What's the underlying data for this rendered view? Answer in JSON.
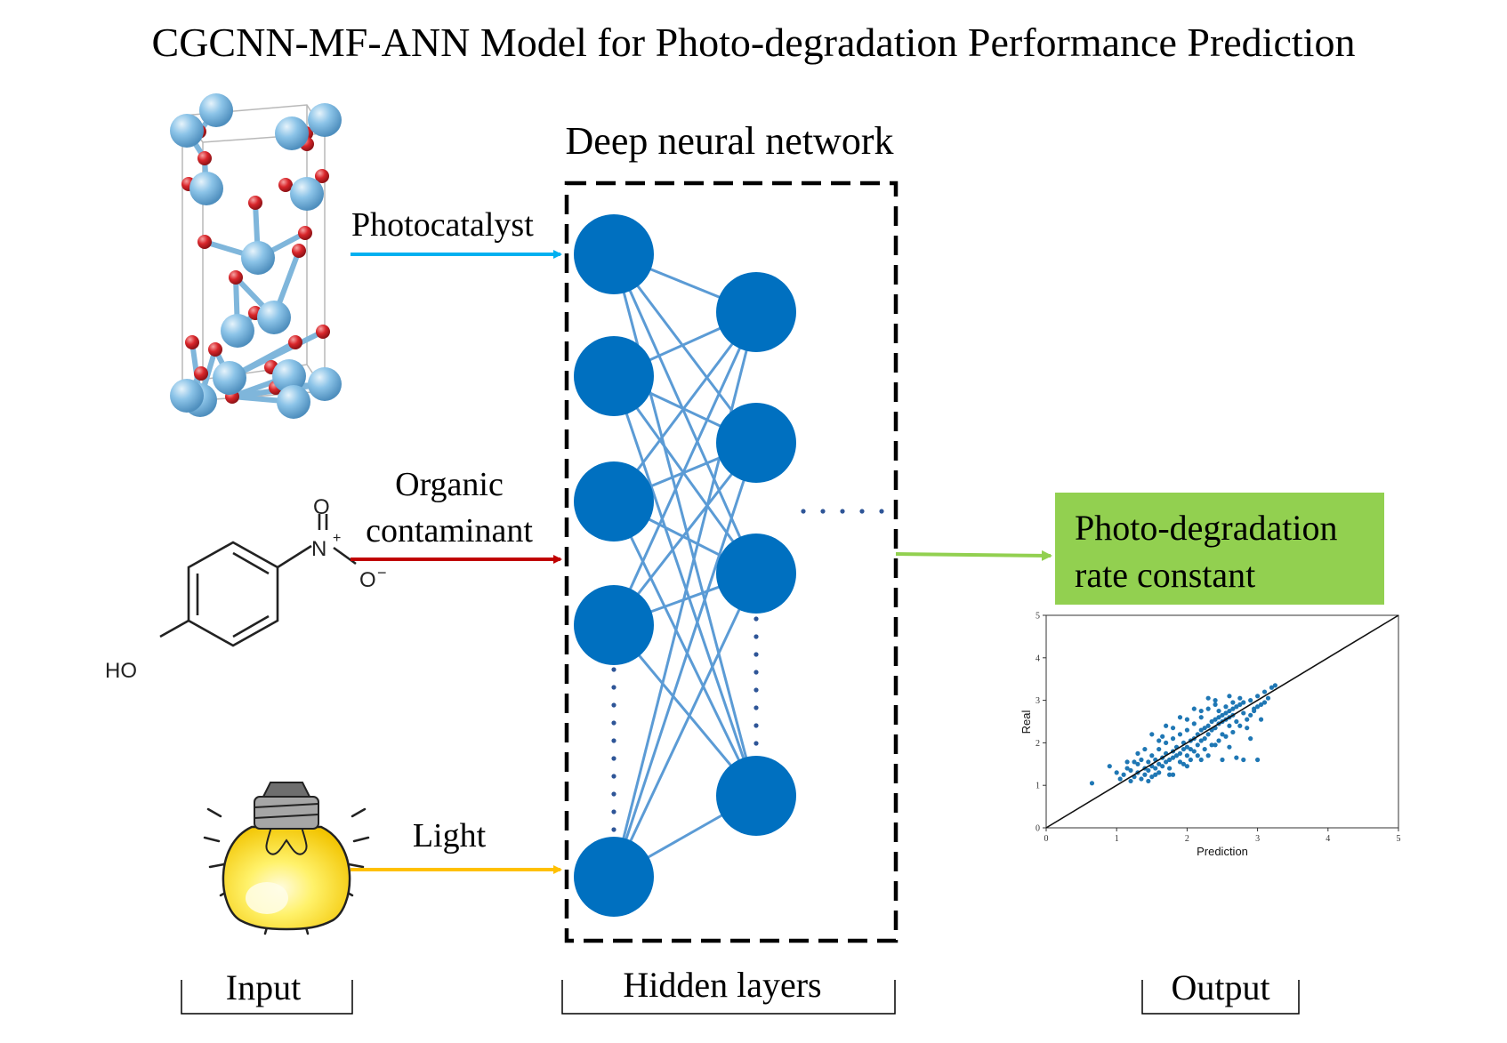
{
  "title": "CGCNN-MF-ANN Model for Photo-degradation Performance Prediction",
  "network_title": "Deep neural network",
  "inputs": {
    "photocatalyst": "Photocatalyst",
    "organic_line1": "Organic",
    "organic_line2": "contaminant",
    "light": "Light"
  },
  "molecule": {
    "oxygen_top": "O",
    "nitrogen": "N",
    "plus": "+",
    "oxygen_right": "O",
    "minus": "−",
    "hydroxyl": "HO"
  },
  "output_box": {
    "line1": "Photo-degradation",
    "line2": "rate constant"
  },
  "sections": {
    "input": "Input",
    "hidden": "Hidden layers",
    "output": "Output"
  },
  "colors": {
    "node": "#0070C0",
    "edge": "#5B9BD5",
    "photocatalyst_arrow": "#00B0F0",
    "organic_arrow": "#C00000",
    "light_arrow": "#FFC000",
    "output_arrow": "#92D050",
    "output_box": "#92D050",
    "atom_blue": "#7AB8E0",
    "atom_red": "#D9262B"
  },
  "chart_data": {
    "type": "scatter",
    "xlabel": "Prediction",
    "ylabel": "Real",
    "xlim": [
      0,
      5
    ],
    "ylim": [
      0,
      5
    ],
    "xticks": [
      "0",
      "1",
      "2",
      "3",
      "4",
      "5"
    ],
    "yticks": [
      "0",
      "1",
      "2",
      "3",
      "4",
      "5"
    ],
    "reference_line": [
      [
        0,
        0
      ],
      [
        5,
        5
      ]
    ],
    "points": [
      [
        0.65,
        1.05
      ],
      [
        0.9,
        1.45
      ],
      [
        1.0,
        1.3
      ],
      [
        1.05,
        1.15
      ],
      [
        1.1,
        1.25
      ],
      [
        1.15,
        1.4
      ],
      [
        1.2,
        1.1
      ],
      [
        1.2,
        1.35
      ],
      [
        1.25,
        1.2
      ],
      [
        1.3,
        1.5
      ],
      [
        1.3,
        1.3
      ],
      [
        1.35,
        1.15
      ],
      [
        1.35,
        1.6
      ],
      [
        1.4,
        1.4
      ],
      [
        1.4,
        1.25
      ],
      [
        1.45,
        1.55
      ],
      [
        1.45,
        1.35
      ],
      [
        1.5,
        1.45
      ],
      [
        1.5,
        1.7
      ],
      [
        1.5,
        1.2
      ],
      [
        1.55,
        1.6
      ],
      [
        1.55,
        1.4
      ],
      [
        1.6,
        1.5
      ],
      [
        1.6,
        1.85
      ],
      [
        1.6,
        1.3
      ],
      [
        1.65,
        1.65
      ],
      [
        1.65,
        1.45
      ],
      [
        1.7,
        1.75
      ],
      [
        1.7,
        1.55
      ],
      [
        1.7,
        2.0
      ],
      [
        1.75,
        1.6
      ],
      [
        1.75,
        1.4
      ],
      [
        1.8,
        1.8
      ],
      [
        1.8,
        1.65
      ],
      [
        1.8,
        2.1
      ],
      [
        1.85,
        1.7
      ],
      [
        1.85,
        1.9
      ],
      [
        1.9,
        1.75
      ],
      [
        1.9,
        2.2
      ],
      [
        1.9,
        1.55
      ],
      [
        1.95,
        1.85
      ],
      [
        1.95,
        2.0
      ],
      [
        2.0,
        1.9
      ],
      [
        2.0,
        2.3
      ],
      [
        2.0,
        1.7
      ],
      [
        2.05,
        2.05
      ],
      [
        2.05,
        1.85
      ],
      [
        2.1,
        2.1
      ],
      [
        2.1,
        2.45
      ],
      [
        2.1,
        1.8
      ],
      [
        2.15,
        2.2
      ],
      [
        2.15,
        1.95
      ],
      [
        2.2,
        2.3
      ],
      [
        2.2,
        2.05
      ],
      [
        2.2,
        2.6
      ],
      [
        2.25,
        2.35
      ],
      [
        2.25,
        2.1
      ],
      [
        2.3,
        2.4
      ],
      [
        2.3,
        2.2
      ],
      [
        2.3,
        2.8
      ],
      [
        2.35,
        2.5
      ],
      [
        2.35,
        2.3
      ],
      [
        2.4,
        2.55
      ],
      [
        2.4,
        2.35
      ],
      [
        2.4,
        2.9
      ],
      [
        2.45,
        2.6
      ],
      [
        2.45,
        2.45
      ],
      [
        2.5,
        2.65
      ],
      [
        2.5,
        2.5
      ],
      [
        2.5,
        2.2
      ],
      [
        2.55,
        2.7
      ],
      [
        2.55,
        2.55
      ],
      [
        2.6,
        2.75
      ],
      [
        2.6,
        2.6
      ],
      [
        2.6,
        2.4
      ],
      [
        2.65,
        2.8
      ],
      [
        2.65,
        2.65
      ],
      [
        2.7,
        2.85
      ],
      [
        2.7,
        2.5
      ],
      [
        2.75,
        2.9
      ],
      [
        2.8,
        2.95
      ],
      [
        2.8,
        2.7
      ],
      [
        2.9,
        3.0
      ],
      [
        2.95,
        2.8
      ],
      [
        3.0,
        3.1
      ],
      [
        3.05,
        2.9
      ],
      [
        3.1,
        3.2
      ],
      [
        3.15,
        3.05
      ],
      [
        3.2,
        3.3
      ],
      [
        3.25,
        3.35
      ],
      [
        1.5,
        2.2
      ],
      [
        1.7,
        2.4
      ],
      [
        1.9,
        2.6
      ],
      [
        2.1,
        2.8
      ],
      [
        2.3,
        3.05
      ],
      [
        1.8,
        1.25
      ],
      [
        2.0,
        1.45
      ],
      [
        2.3,
        1.7
      ],
      [
        2.6,
        1.9
      ],
      [
        2.9,
        2.1
      ],
      [
        2.5,
        1.6
      ],
      [
        2.8,
        1.6
      ],
      [
        3.0,
        1.6
      ],
      [
        2.7,
        1.65
      ],
      [
        2.4,
        1.95
      ],
      [
        2.2,
        1.6
      ],
      [
        1.6,
        2.05
      ],
      [
        1.4,
        1.85
      ],
      [
        2.85,
        2.35
      ],
      [
        3.05,
        2.55
      ],
      [
        1.25,
        1.55
      ],
      [
        1.45,
        1.1
      ],
      [
        1.55,
        1.25
      ],
      [
        1.75,
        1.25
      ],
      [
        1.95,
        1.5
      ],
      [
        2.05,
        1.6
      ],
      [
        2.15,
        1.7
      ],
      [
        2.25,
        1.85
      ],
      [
        2.35,
        1.95
      ],
      [
        2.45,
        2.05
      ],
      [
        2.55,
        2.15
      ],
      [
        2.65,
        2.25
      ],
      [
        2.75,
        2.4
      ],
      [
        2.85,
        2.55
      ],
      [
        2.9,
        2.65
      ],
      [
        2.95,
        2.75
      ],
      [
        3.0,
        2.85
      ],
      [
        3.1,
        2.95
      ],
      [
        2.45,
        2.75
      ],
      [
        2.55,
        2.85
      ],
      [
        2.65,
        2.95
      ],
      [
        2.75,
        3.05
      ],
      [
        2.2,
        2.75
      ],
      [
        2.0,
        2.55
      ],
      [
        1.8,
        2.35
      ],
      [
        1.65,
        2.15
      ],
      [
        1.3,
        1.75
      ],
      [
        1.15,
        1.55
      ],
      [
        2.6,
        3.1
      ],
      [
        2.4,
        3.0
      ]
    ]
  }
}
